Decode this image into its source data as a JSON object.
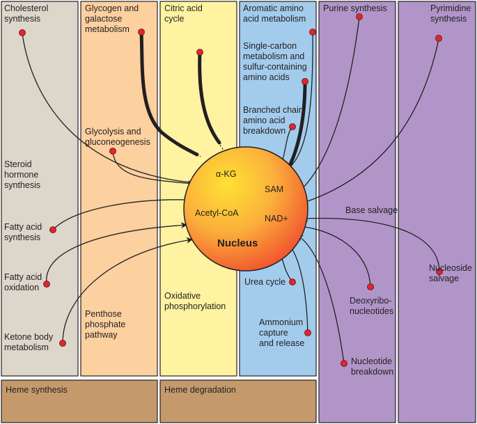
{
  "columns": [
    {
      "id": "gray",
      "color": "#ddd6cb"
    },
    {
      "id": "orange",
      "color": "#fdd0a0"
    },
    {
      "id": "yellow",
      "color": "#fff3a2"
    },
    {
      "id": "blue",
      "color": "#a3ccec"
    },
    {
      "id": "purple1",
      "color": "#b195c8"
    },
    {
      "id": "purple2",
      "color": "#b195c8"
    }
  ],
  "bottom_boxes": {
    "heme_synthesis": "Heme synthesis",
    "heme_degradation": "Heme degradation",
    "color": "#c49a6c"
  },
  "nucleus": {
    "title": "Nucleus",
    "inner_labels": {
      "akg": "α-KG",
      "sam": "SAM",
      "acetyl_coa": "Acetyl-CoA",
      "nad": "NAD+"
    }
  },
  "labels": {
    "cholesterol": [
      "Cholesterol",
      "synthesis"
    ],
    "steroid": [
      "Steroid",
      "hormone",
      "synthesis"
    ],
    "fatty_acid_synthesis": [
      "Fatty acid",
      "synthesis"
    ],
    "fatty_acid_oxidation": [
      "Fatty acid",
      "oxidation"
    ],
    "ketone": [
      "Ketone body",
      "metabolism"
    ],
    "glycogen": [
      "Glycogen and",
      "galactose",
      "metabolism"
    ],
    "glycolysis": [
      "Glycolysis and",
      "gluconeogenesis"
    ],
    "ppp": [
      "Penthose",
      "phosphate",
      "pathway"
    ],
    "citric": [
      "Citric acid",
      "cycle"
    ],
    "oxphos": [
      "Oxidative",
      "phosphorylation"
    ],
    "aromatic": [
      "Aromatic amino",
      "acid metabolism"
    ],
    "single_carbon": [
      "Single-carbon",
      "metabolism and",
      "sulfur-containing",
      "amino acids"
    ],
    "branched": [
      "Branched chain",
      "amino acid",
      "breakdown"
    ],
    "urea": [
      "Urea cycle"
    ],
    "ammonium": [
      "Ammonium",
      "capture",
      "and release"
    ],
    "purine": [
      "Purine synthesis"
    ],
    "pyrimidine": [
      "Pyrimidine",
      "synthesis"
    ],
    "base_salvage": [
      "Base salvage"
    ],
    "nucleoside": [
      "Nucleoside",
      "salvage"
    ],
    "deoxyribo": [
      "Deoxyribo-",
      "nucleotides"
    ],
    "nucleotide_breakdown": [
      "Nucleotide",
      "breakdown"
    ]
  }
}
